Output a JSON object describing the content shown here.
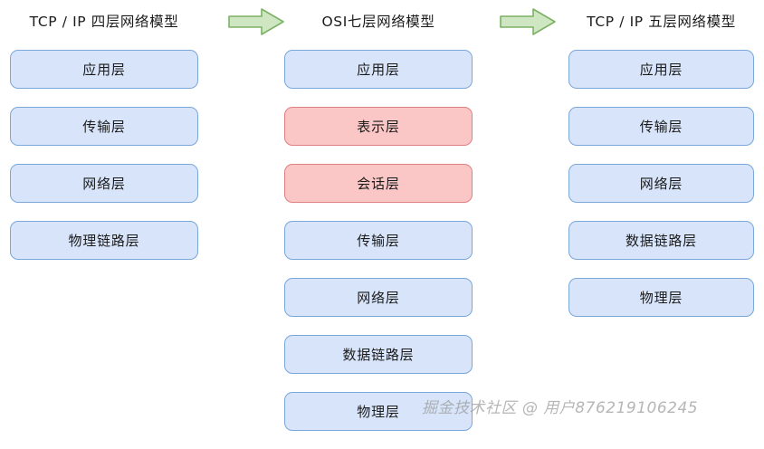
{
  "columns": [
    {
      "title": "TCP / IP 四层网络模型",
      "layers": [
        {
          "label": "应用层",
          "color": "blue"
        },
        {
          "label": "传输层",
          "color": "blue"
        },
        {
          "label": "网络层",
          "color": "blue"
        },
        {
          "label": "物理链路层",
          "color": "blue"
        }
      ]
    },
    {
      "title": "OSI七层网络模型",
      "layers": [
        {
          "label": "应用层",
          "color": "blue"
        },
        {
          "label": "表示层",
          "color": "pink"
        },
        {
          "label": "会话层",
          "color": "pink"
        },
        {
          "label": "传输层",
          "color": "blue"
        },
        {
          "label": "网络层",
          "color": "blue"
        },
        {
          "label": "数据链路层",
          "color": "blue"
        },
        {
          "label": "物理层",
          "color": "blue"
        }
      ]
    },
    {
      "title": "TCP / IP 五层网络模型",
      "layers": [
        {
          "label": "应用层",
          "color": "blue"
        },
        {
          "label": "传输层",
          "color": "blue"
        },
        {
          "label": "网络层",
          "color": "blue"
        },
        {
          "label": "数据链路层",
          "color": "blue"
        },
        {
          "label": "物理层",
          "color": "blue"
        }
      ]
    }
  ],
  "arrows": [
    {
      "name": "arrow-right-icon-1",
      "direction": "right"
    },
    {
      "name": "arrow-right-icon-2",
      "direction": "right"
    }
  ],
  "watermark": "掘金技术社区 @ 用户876219106245",
  "colors": {
    "box_blue_fill": "#d7e4f9",
    "box_blue_border": "#7ba7da",
    "box_pink_fill": "#fbc6c6",
    "box_pink_border": "#e08080",
    "arrow_fill": "#cfe6c3",
    "arrow_border": "#7bb264",
    "text": "#1b1b1b",
    "watermark": "#9a9a9a",
    "background": "#ffffff"
  }
}
